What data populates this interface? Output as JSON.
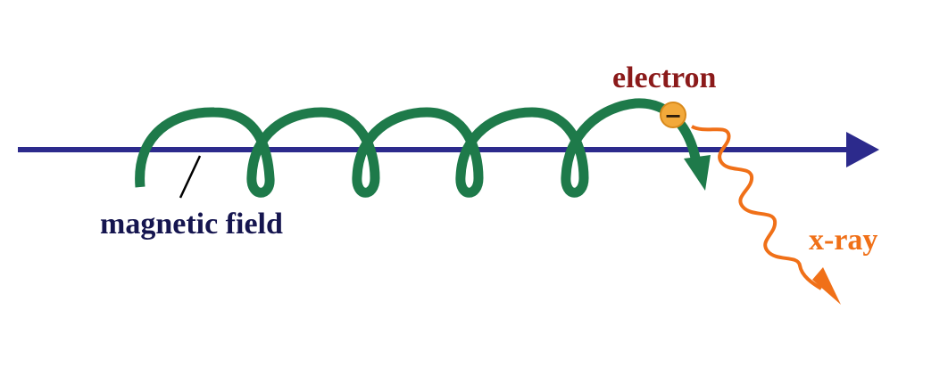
{
  "diagram": {
    "labels": {
      "magnetic_field": "magnetic field",
      "electron": "electron",
      "xray": "x-ray",
      "electron_charge": "−"
    },
    "colors": {
      "field_line": "#2c2a8c",
      "helix": "#1e7a4a",
      "electron_body": "#f2a93b",
      "electron_text": "#8b1a1a",
      "xray": "#f07018",
      "magnetic_label": "#15154f",
      "pointer": "#000000"
    }
  }
}
